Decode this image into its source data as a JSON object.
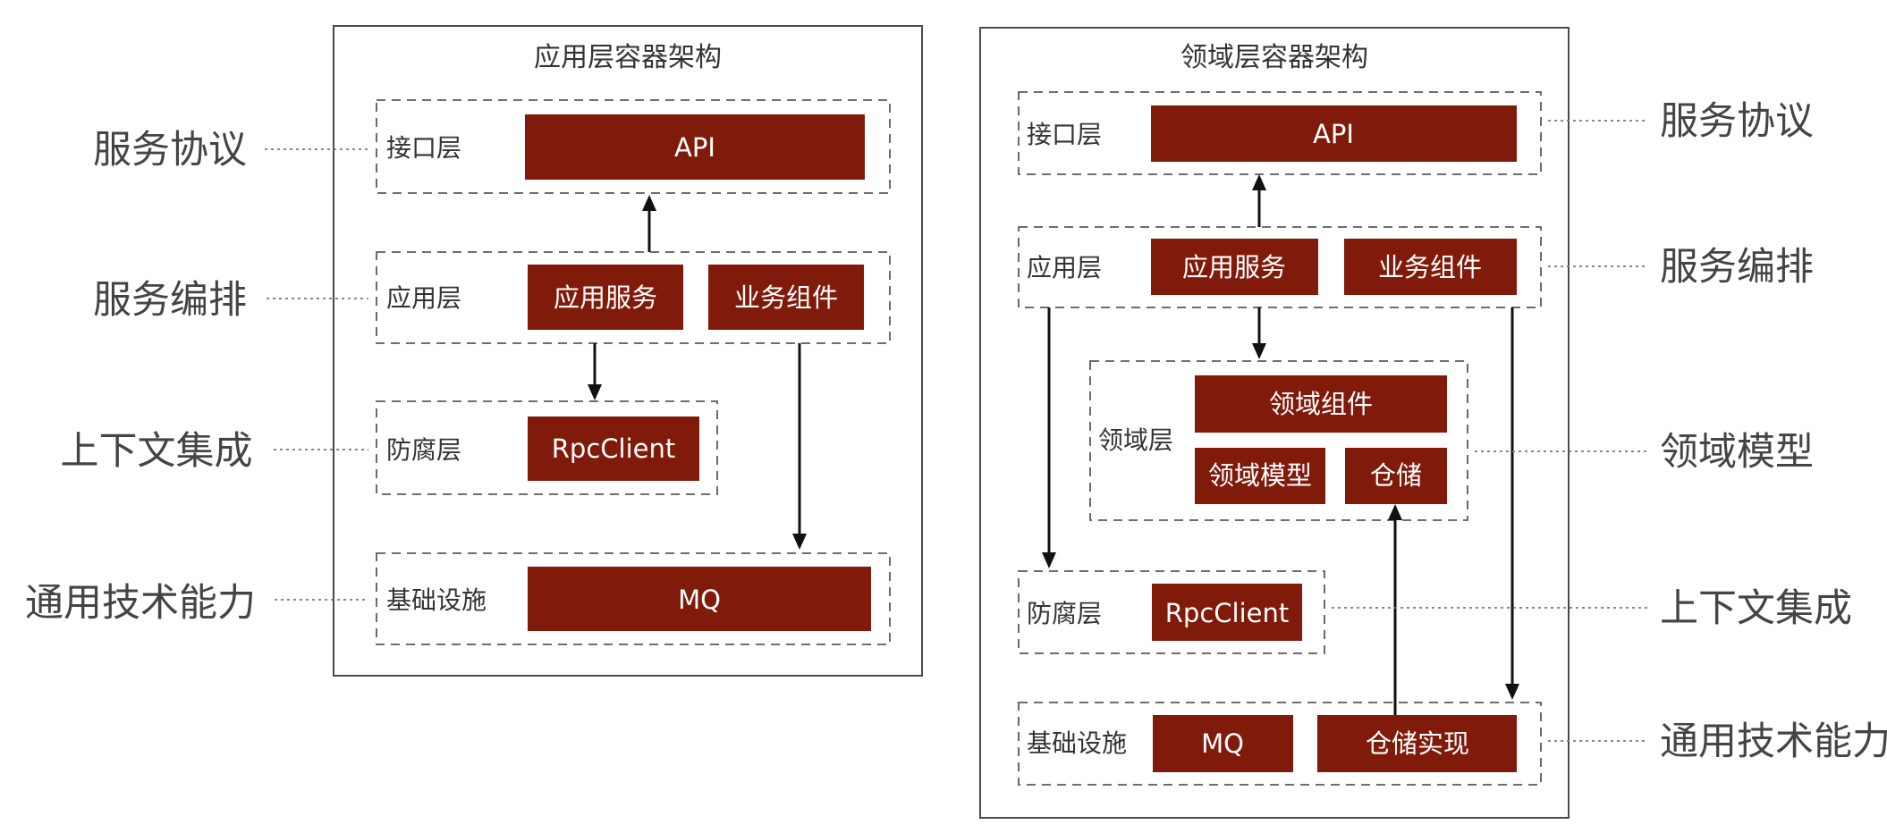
{
  "app_arch": {
    "title": "应用层容器架构",
    "layers": {
      "interface": {
        "label": "接口层",
        "blocks": [
          "API"
        ]
      },
      "application": {
        "label": "应用层",
        "blocks": [
          "应用服务",
          "业务组件"
        ]
      },
      "acl": {
        "label": "防腐层",
        "blocks": [
          "RpcClient"
        ]
      },
      "infra": {
        "label": "基础设施",
        "blocks": [
          "MQ"
        ]
      }
    }
  },
  "domain_arch": {
    "title": "领域层容器架构",
    "layers": {
      "interface": {
        "label": "接口层",
        "blocks": [
          "API"
        ]
      },
      "application": {
        "label": "应用层",
        "blocks": [
          "应用服务",
          "业务组件"
        ]
      },
      "domain": {
        "label": "领域层",
        "blocks": [
          "领域组件",
          "领域模型",
          "仓储"
        ]
      },
      "acl": {
        "label": "防腐层",
        "blocks": [
          "RpcClient"
        ]
      },
      "infra": {
        "label": "基础设施",
        "blocks": [
          "MQ",
          "仓储实现"
        ]
      }
    }
  },
  "side_labels": {
    "left": [
      "服务协议",
      "服务编排",
      "上下文集成",
      "通用技术能力"
    ],
    "right": [
      "服务协议",
      "服务编排",
      "领域模型",
      "上下文集成",
      "通用技术能力"
    ]
  },
  "colors": {
    "block_fill": "#801a0a",
    "block_text": "#ffffff",
    "frame_stroke": "#4a4a4a",
    "arrow": "#111111"
  }
}
